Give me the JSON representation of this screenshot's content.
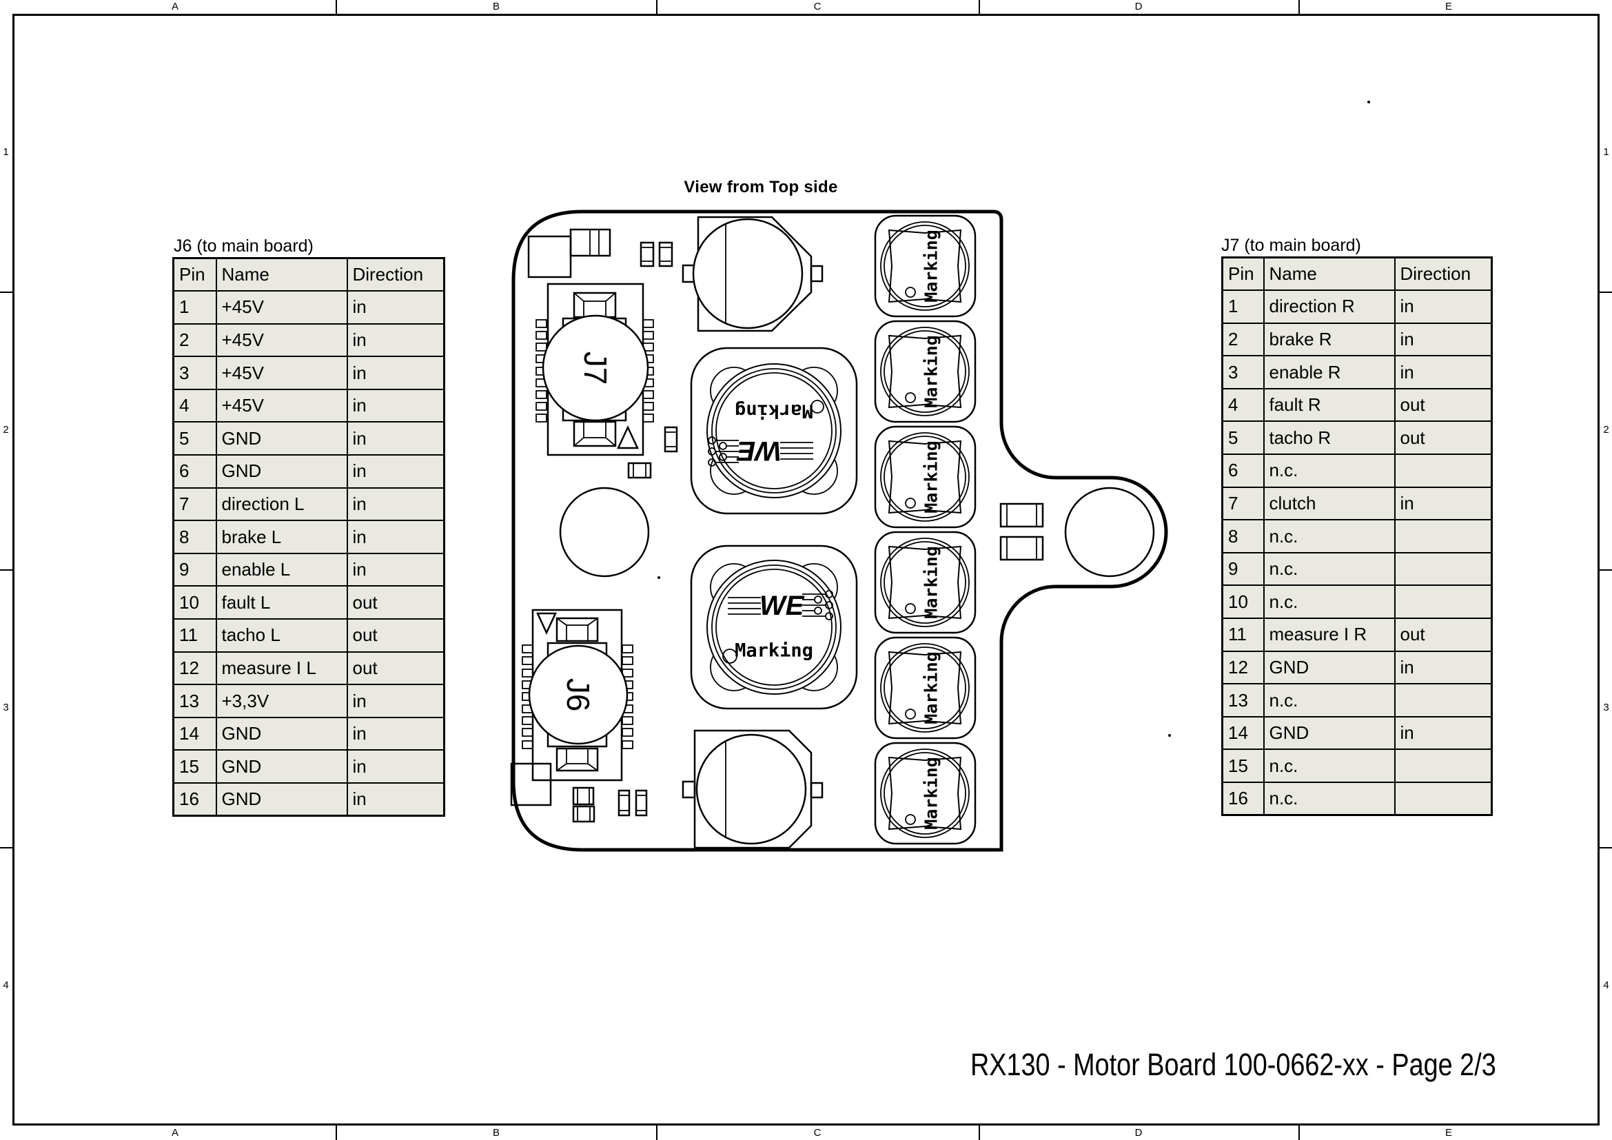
{
  "frame": {
    "cols": [
      "A",
      "B",
      "C",
      "D",
      "E"
    ],
    "rows": [
      "1",
      "2",
      "3",
      "4"
    ]
  },
  "title": "View from Top side",
  "footer": "RX130 - Motor Board 100-0662-xx - Page 2/3",
  "colors": {
    "cell_bg": "#e9e9e1",
    "line": "#000000"
  },
  "board_labels": {
    "j7": "J7",
    "j6": "J6",
    "marking": "Marking",
    "we_logo": "WE"
  },
  "tables": {
    "j6": {
      "title": "J6 (to main board)",
      "headers": [
        "Pin",
        "Name",
        "Direction"
      ],
      "rows": [
        {
          "pin": "1",
          "name": "+45V",
          "dir": "in"
        },
        {
          "pin": "2",
          "name": "+45V",
          "dir": "in"
        },
        {
          "pin": "3",
          "name": "+45V",
          "dir": "in"
        },
        {
          "pin": "4",
          "name": "+45V",
          "dir": "in"
        },
        {
          "pin": "5",
          "name": "GND",
          "dir": "in"
        },
        {
          "pin": "6",
          "name": "GND",
          "dir": "in"
        },
        {
          "pin": "7",
          "name": "direction L",
          "dir": "in"
        },
        {
          "pin": "8",
          "name": "brake L",
          "dir": "in"
        },
        {
          "pin": "9",
          "name": "enable L",
          "dir": "in"
        },
        {
          "pin": "10",
          "name": "fault L",
          "dir": "out"
        },
        {
          "pin": "11",
          "name": "tacho L",
          "dir": "out"
        },
        {
          "pin": "12",
          "name": "measure I L",
          "dir": "out"
        },
        {
          "pin": "13",
          "name": "+3,3V",
          "dir": "in"
        },
        {
          "pin": "14",
          "name": "GND",
          "dir": "in"
        },
        {
          "pin": "15",
          "name": "GND",
          "dir": "in"
        },
        {
          "pin": "16",
          "name": "GND",
          "dir": "in"
        }
      ]
    },
    "j7": {
      "title": "J7 (to main board)",
      "headers": [
        "Pin",
        "Name",
        "Direction"
      ],
      "rows": [
        {
          "pin": "1",
          "name": "direction R",
          "dir": "in"
        },
        {
          "pin": "2",
          "name": "brake R",
          "dir": "in"
        },
        {
          "pin": "3",
          "name": "enable R",
          "dir": "in"
        },
        {
          "pin": "4",
          "name": "fault R",
          "dir": "out"
        },
        {
          "pin": "5",
          "name": "tacho R",
          "dir": "out"
        },
        {
          "pin": "6",
          "name": "n.c.",
          "dir": ""
        },
        {
          "pin": "7",
          "name": "clutch",
          "dir": "in"
        },
        {
          "pin": "8",
          "name": "n.c.",
          "dir": ""
        },
        {
          "pin": "9",
          "name": "n.c.",
          "dir": ""
        },
        {
          "pin": "10",
          "name": "n.c.",
          "dir": ""
        },
        {
          "pin": "11",
          "name": "measure I R",
          "dir": "out"
        },
        {
          "pin": "12",
          "name": "GND",
          "dir": "in"
        },
        {
          "pin": "13",
          "name": "n.c.",
          "dir": ""
        },
        {
          "pin": "14",
          "name": "GND",
          "dir": "in"
        },
        {
          "pin": "15",
          "name": "n.c.",
          "dir": ""
        },
        {
          "pin": "16",
          "name": "n.c.",
          "dir": ""
        }
      ]
    }
  }
}
